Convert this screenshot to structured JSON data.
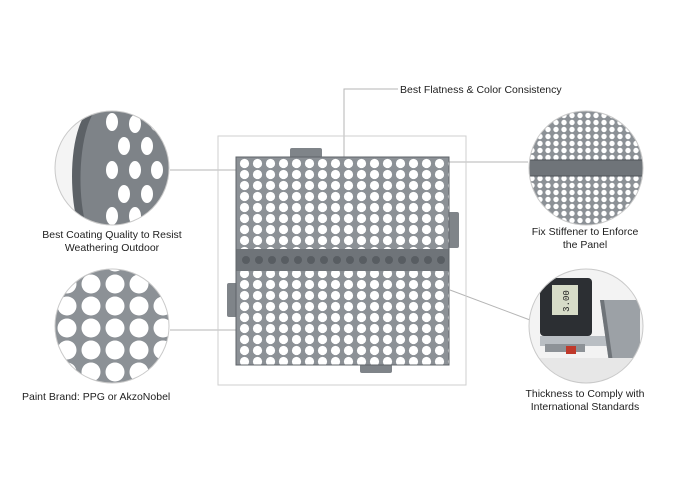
{
  "labels": {
    "top": "Best Flatness & Color Consistency",
    "coating_line1": "Best Coating Quality to Resist",
    "coating_line2": "Weathering Outdoor",
    "stiffener_line1": "Fix Stiffener to Enforce",
    "stiffener_line2": "the Panel",
    "paint": "Paint Brand: PPG or AkzoNobel",
    "thickness_line1": "Thickness to Comply with",
    "thickness_line2": "International Standards"
  },
  "caliper_reading": "3.00",
  "colors": {
    "panel": "#8c9196",
    "panel_dark": "#6f7479",
    "hole": "#ffffff",
    "leader": "#b5b5b5"
  },
  "icons": [
    "perforated-panel",
    "coating-closeup",
    "stiffener-closeup",
    "hole-pattern-closeup",
    "caliper-measurement"
  ]
}
